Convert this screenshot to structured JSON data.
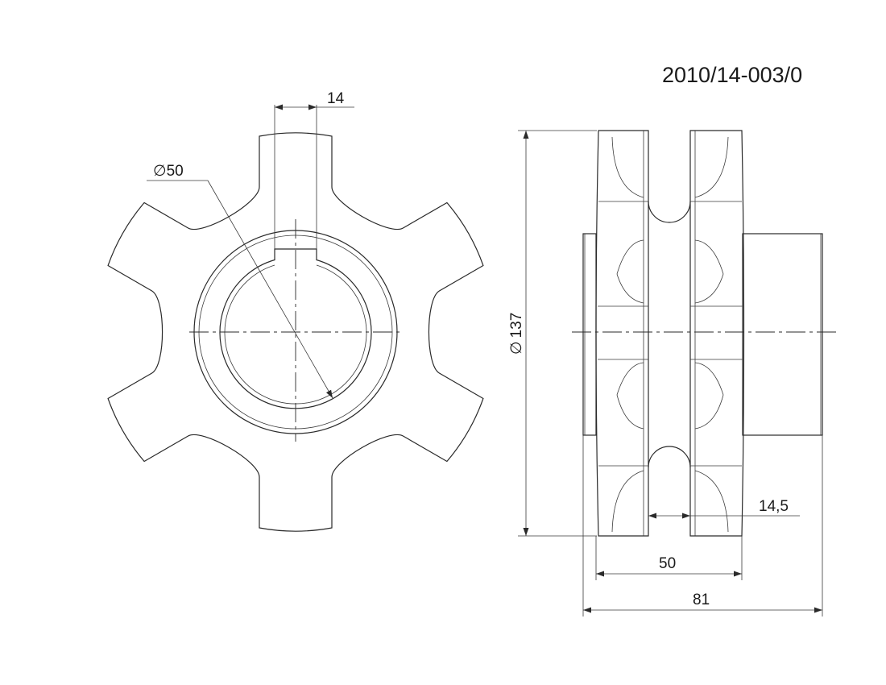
{
  "drawing": {
    "number": "2010/14-003/0",
    "dimensions": {
      "key_width": "14",
      "bore_diameter": "50",
      "outer_diameter": "137",
      "groove_width": "14,5",
      "hub_width": "50",
      "overall_width": "81"
    },
    "symbols": {
      "diameter": "∅"
    }
  }
}
